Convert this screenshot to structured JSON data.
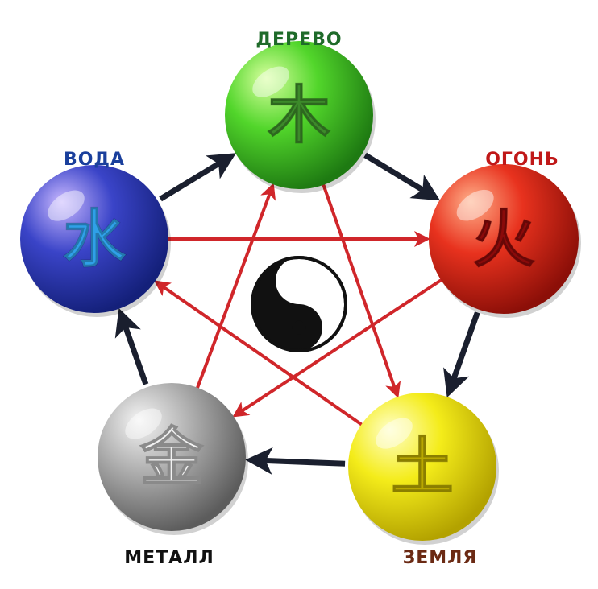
{
  "elements": [
    {
      "key": "wood",
      "label": "ДЕРЕВО",
      "character": "木",
      "label_color": "#1f6b2a",
      "glyph_color": "#3c8a2a",
      "light": "#d8ff9e",
      "mid": "#52d62b",
      "dark": "#1e7a12"
    },
    {
      "key": "fire",
      "label": "ОГОНЬ",
      "character": "火",
      "label_color": "#c01818",
      "glyph_color": "#8a0a0a",
      "light": "#ffb08a",
      "mid": "#e8321e",
      "dark": "#8c0f08"
    },
    {
      "key": "earth",
      "label": "ЗЕМЛЯ",
      "character": "土",
      "label_color": "#6b2a14",
      "glyph_color": "#b9a800",
      "light": "#ffffc8",
      "mid": "#f4ec1a",
      "dark": "#b3a200"
    },
    {
      "key": "metal",
      "label": "МЕТАЛЛ",
      "character": "金",
      "label_color": "#111111",
      "glyph_color": "#f2f2f2",
      "light": "#f4f4f4",
      "mid": "#b0b0b0",
      "dark": "#5c5c5c"
    },
    {
      "key": "water",
      "label": "ВОДА",
      "character": "水",
      "label_color": "#1a3f9c",
      "glyph_color": "#2fa0e8",
      "light": "#c9b8ff",
      "mid": "#3a44c8",
      "dark": "#14207a"
    }
  ],
  "generating_cycle": [
    [
      "wood",
      "fire"
    ],
    [
      "fire",
      "earth"
    ],
    [
      "earth",
      "metal"
    ],
    [
      "metal",
      "water"
    ],
    [
      "water",
      "wood"
    ]
  ],
  "controlling_cycle": [
    [
      "wood",
      "earth"
    ],
    [
      "earth",
      "water"
    ],
    [
      "water",
      "fire"
    ],
    [
      "fire",
      "metal"
    ],
    [
      "metal",
      "wood"
    ]
  ],
  "colors": {
    "generating_arrow": "#1a1f2e",
    "controlling_arrow": "#d0262a",
    "yin": "#111111",
    "yang": "#ffffff"
  },
  "center_symbol": "yin-yang"
}
